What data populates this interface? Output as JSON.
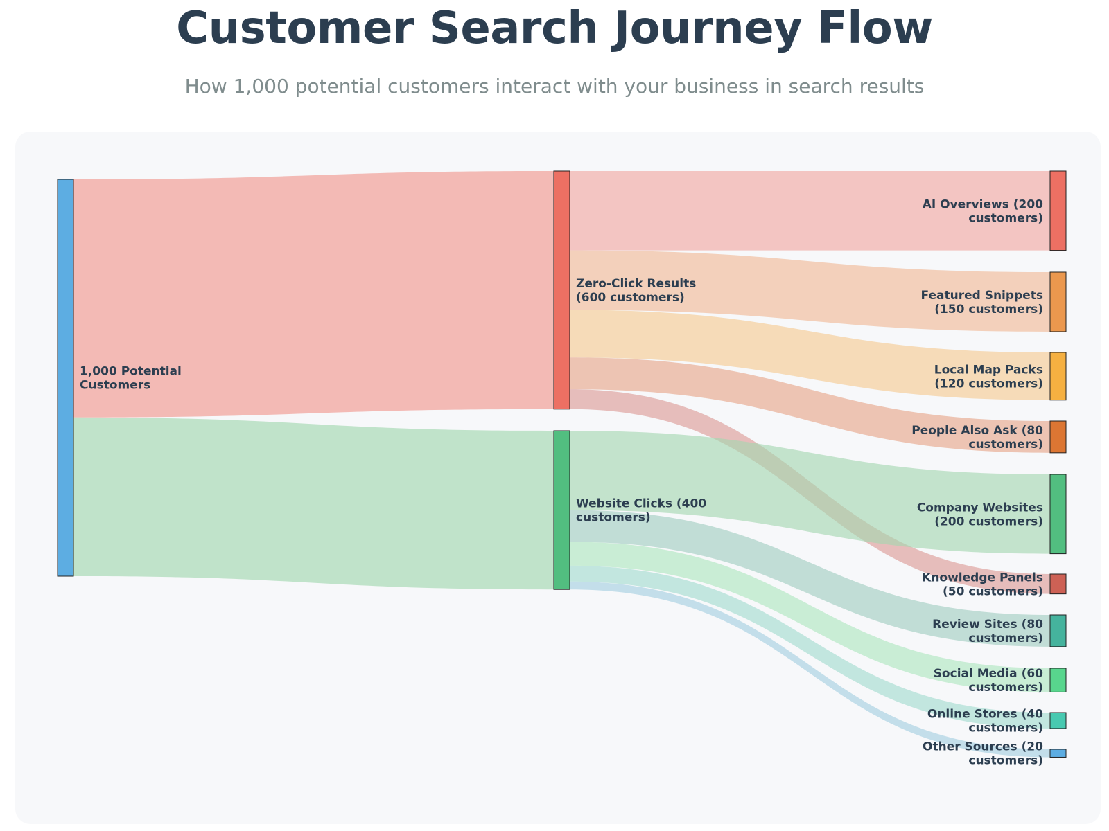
{
  "title": "Customer Search Journey Flow",
  "subtitle": "How 1,000 potential customers interact with your business in search results",
  "diagram": {
    "type": "sankey",
    "nodes": [
      {
        "id": "potential",
        "label": [
          "1,000 Potential",
          "Customers"
        ],
        "color": "#5dade2",
        "column": 0,
        "value": 1000
      },
      {
        "id": "zero_click",
        "label": [
          "Zero-Click Results",
          "(600 customers)"
        ],
        "color": "#ec7063",
        "column": 1,
        "value": 600
      },
      {
        "id": "website_clicks",
        "label": [
          "Website Clicks (400",
          "customers)"
        ],
        "color": "#52be80",
        "column": 1,
        "value": 400
      },
      {
        "id": "ai_overviews",
        "label": [
          "AI Overviews (200",
          "customers)"
        ],
        "color": "#ec7063",
        "column": 2,
        "value": 200
      },
      {
        "id": "featured_snippets",
        "label": [
          "Featured Snippets",
          "(150 customers)"
        ],
        "color": "#eb984e",
        "column": 2,
        "value": 150
      },
      {
        "id": "local_map_packs",
        "label": [
          "Local Map Packs",
          "(120 customers)"
        ],
        "color": "#f5b041",
        "column": 2,
        "value": 120
      },
      {
        "id": "people_also_ask",
        "label": [
          "People Also Ask (80",
          "customers)"
        ],
        "color": "#dc7633",
        "column": 2,
        "value": 80
      },
      {
        "id": "company_websites",
        "label": [
          "Company Websites",
          "(200 customers)"
        ],
        "color": "#52be80",
        "column": 2,
        "value": 200
      },
      {
        "id": "knowledge_panels",
        "label": [
          "Knowledge Panels",
          "(50 customers)"
        ],
        "color": "#cd6155",
        "column": 2,
        "value": 50
      },
      {
        "id": "review_sites",
        "label": [
          "Review Sites (80",
          "customers)"
        ],
        "color": "#45b39d",
        "column": 2,
        "value": 80
      },
      {
        "id": "social_media",
        "label": [
          "Social Media (60",
          "customers)"
        ],
        "color": "#58d68d",
        "column": 2,
        "value": 60
      },
      {
        "id": "online_stores",
        "label": [
          "Online Stores (40",
          "customers)"
        ],
        "color": "#48c9b0",
        "column": 2,
        "value": 40
      },
      {
        "id": "other_sources",
        "label": [
          "Other Sources (20",
          "customers)"
        ],
        "color": "#5dade2",
        "column": 2,
        "value": 20
      }
    ],
    "links": [
      {
        "source": "potential",
        "target": "zero_click",
        "value": 600,
        "color": "#f1948a"
      },
      {
        "source": "potential",
        "target": "website_clicks",
        "value": 400,
        "color": "#9ed7ad"
      },
      {
        "source": "zero_click",
        "target": "ai_overviews",
        "value": 200,
        "color": "#f1a79f"
      },
      {
        "source": "zero_click",
        "target": "featured_snippets",
        "value": 150,
        "color": "#f0b894"
      },
      {
        "source": "zero_click",
        "target": "local_map_packs",
        "value": 120,
        "color": "#f6c98f"
      },
      {
        "source": "zero_click",
        "target": "people_also_ask",
        "value": 80,
        "color": "#e6a488"
      },
      {
        "source": "zero_click",
        "target": "knowledge_panels",
        "value": 50,
        "color": "#dc9a95"
      },
      {
        "source": "website_clicks",
        "target": "company_websites",
        "value": 200,
        "color": "#a3d6b0"
      },
      {
        "source": "website_clicks",
        "target": "review_sites",
        "value": 80,
        "color": "#9fcdc0"
      },
      {
        "source": "website_clicks",
        "target": "social_media",
        "value": 60,
        "color": "#ace6bf"
      },
      {
        "source": "website_clicks",
        "target": "online_stores",
        "value": 40,
        "color": "#a1dccf"
      },
      {
        "source": "website_clicks",
        "target": "other_sources",
        "value": 20,
        "color": "#a3cfe0"
      }
    ]
  }
}
